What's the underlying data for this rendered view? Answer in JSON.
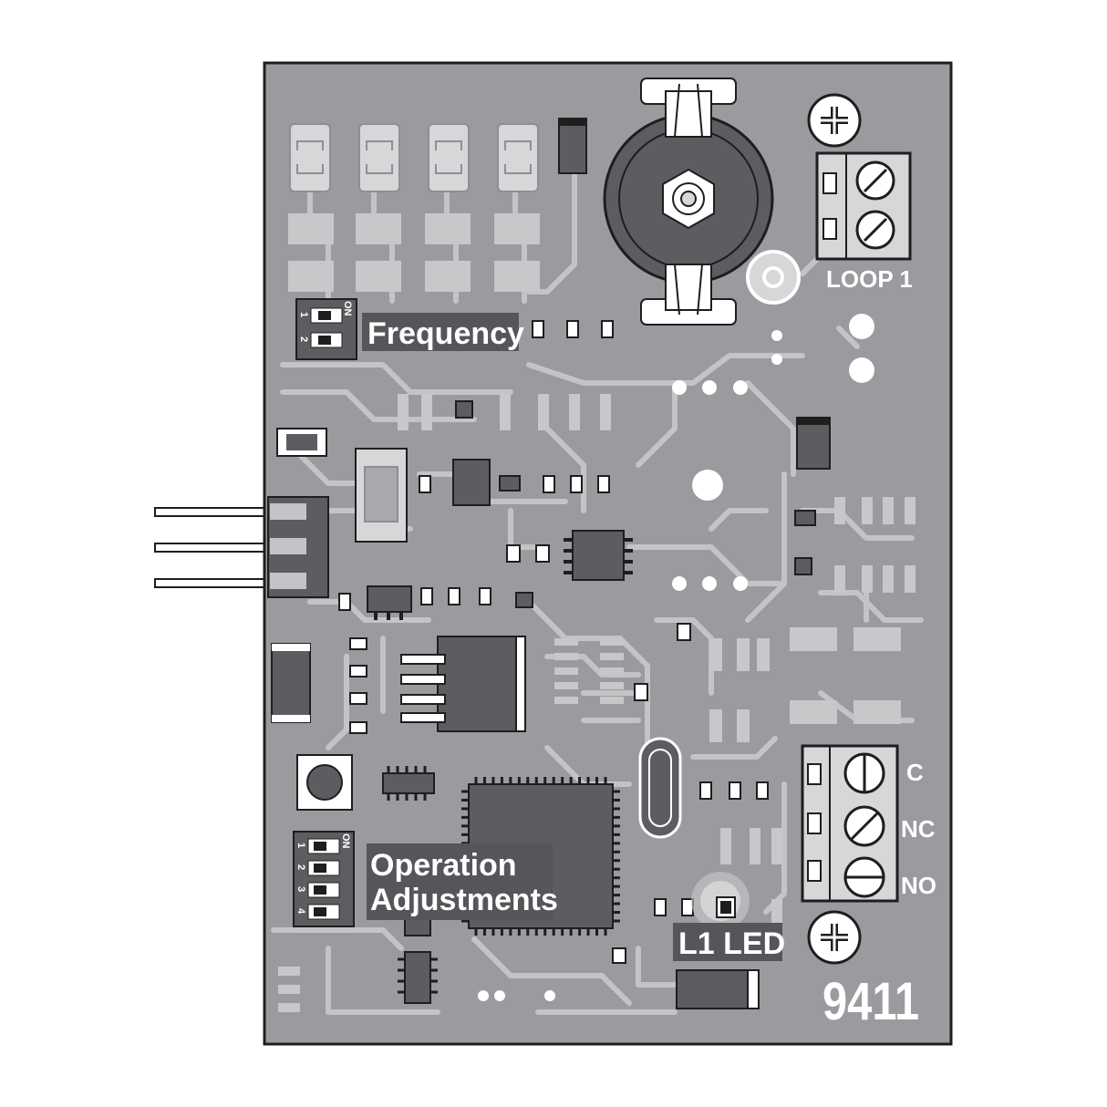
{
  "board": {
    "model_number": "9411",
    "loop_label": "LOOP 1",
    "frequency_label": "Frequency",
    "operation_label_line1": "Operation",
    "operation_label_line2": "Adjustments",
    "led_label": "L1 LED",
    "dip_on_label": "ON",
    "frequency_dip_numbers": [
      "1",
      "2"
    ],
    "operation_dip_numbers": [
      "1",
      "2",
      "3",
      "4"
    ],
    "relay_terminals": [
      "C",
      "NC",
      "NO"
    ]
  },
  "colors": {
    "board": "#9a9b9e",
    "trace": "#c3c4c6",
    "pad": "#d6d7d9",
    "dark_component": "#5c5d60",
    "label_box": "#55565a",
    "label_text": "#ffffff",
    "outline": "#1e1e1e"
  }
}
